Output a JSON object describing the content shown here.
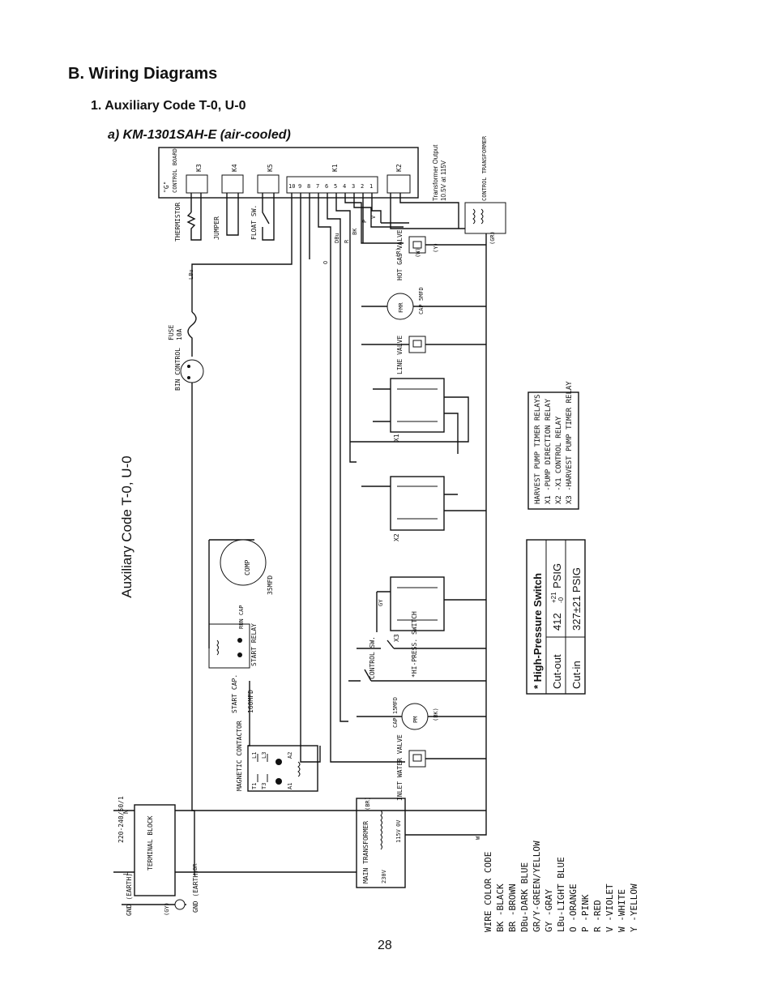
{
  "section_heading": "B. Wiring Diagrams",
  "sub_heading": "1. Auxiliary Code T-0, U-0",
  "model_heading": "a) KM-1301SAH-E (air-cooled)",
  "side_label": "Auxiliary Code T-0, U-0",
  "page_number": "28",
  "transformer_output": {
    "line1": "Transformer Output",
    "line2": "10.5V at 115V"
  },
  "control_board": {
    "title": "\"G\"",
    "subtitle": "CONTROL BOARD",
    "connectors": [
      "K3",
      "K4",
      "K5",
      "K1",
      "K2"
    ],
    "k1_pins": [
      "10",
      "9",
      "8",
      "7",
      "6",
      "5",
      "4",
      "3",
      "2",
      "1"
    ]
  },
  "components": {
    "thermistor": "THERMISTOR",
    "jumper": "JUMPER",
    "float_switch": "FLOAT SW.",
    "fuse": "FUSE",
    "fuse_rating": "10A",
    "bin_control": "BIN CONTROL",
    "control_transformer": "CONTROL TRANSFORMER",
    "hot_gas_valve": "HOT GAS VALVE",
    "fan_motor": "FMR",
    "fan_cap": "CAP 5MFD",
    "line_valve": "LINE VALVE",
    "relay_x1": "X1",
    "relay_x2": "X2",
    "relay_x3": "X3",
    "compressor": "COMP",
    "run_cap": "RUN CAP",
    "run_cap_rating": "35MFD",
    "start_relay": "START RELAY",
    "start_cap": "START CAP.",
    "start_cap_rating": "160MFD",
    "control_switch": "CONTROL SW.",
    "hi_press_switch": "*HI-PRESS. SWITCH",
    "pump_motor": "PM",
    "pump_cap": "CAP 15MFD",
    "magnetic_contactor": "MAGNETIC CONTACTOR",
    "inlet_water_valve": "INLET WATER VALVE",
    "terminal_block": "TERMINAL BLOCK",
    "main_transformer": "MAIN TRANSFORMER",
    "transformer_taps": [
      "0V",
      "115V",
      "230V"
    ],
    "power_supply": "220-240/50/1",
    "gnd": "GND (EARTH)",
    "supply_terminals": [
      "N",
      "L"
    ],
    "contactor_terminals": [
      "L1",
      "L3",
      "T1",
      "T3",
      "A1",
      "A2"
    ]
  },
  "wire_labels": [
    "LBu",
    "O",
    "DBu",
    "BK",
    "R",
    "P",
    "V",
    "W",
    "BR",
    "GY",
    "(BR)",
    "(W)",
    "(R)",
    "(Y)",
    "(BK)",
    "(GR)",
    "(GY)"
  ],
  "relay_legend": {
    "title": "HARVEST PUMP TIMER RELAYS",
    "items": [
      "X1  -PUMP DIRECTION RELAY",
      "X2  -X1 CONTROL RELAY",
      "X3  -HARVEST PUMP TIMER RELAY"
    ]
  },
  "pressure_table": {
    "title": "* High-Pressure Switch",
    "rows": [
      {
        "label": "Cut-out",
        "value": "412",
        "sup": "+21",
        "sub": "-0",
        "unit": "PSIG"
      },
      {
        "label": "Cut-in",
        "value": "327±21 PSIG"
      }
    ]
  },
  "wire_color_code": {
    "title": "WIRE COLOR CODE",
    "items": [
      "BK -BLACK",
      "BR -BROWN",
      "DBu-DARK BLUE",
      "GR/Y-GREEN/YELLOW",
      "GY -GRAY",
      "LBu-LIGHT BLUE",
      "O  -ORANGE",
      "P  -PINK",
      "R  -RED",
      "V  -VIOLET",
      "W  -WHITE",
      "Y  -YELLOW"
    ]
  }
}
